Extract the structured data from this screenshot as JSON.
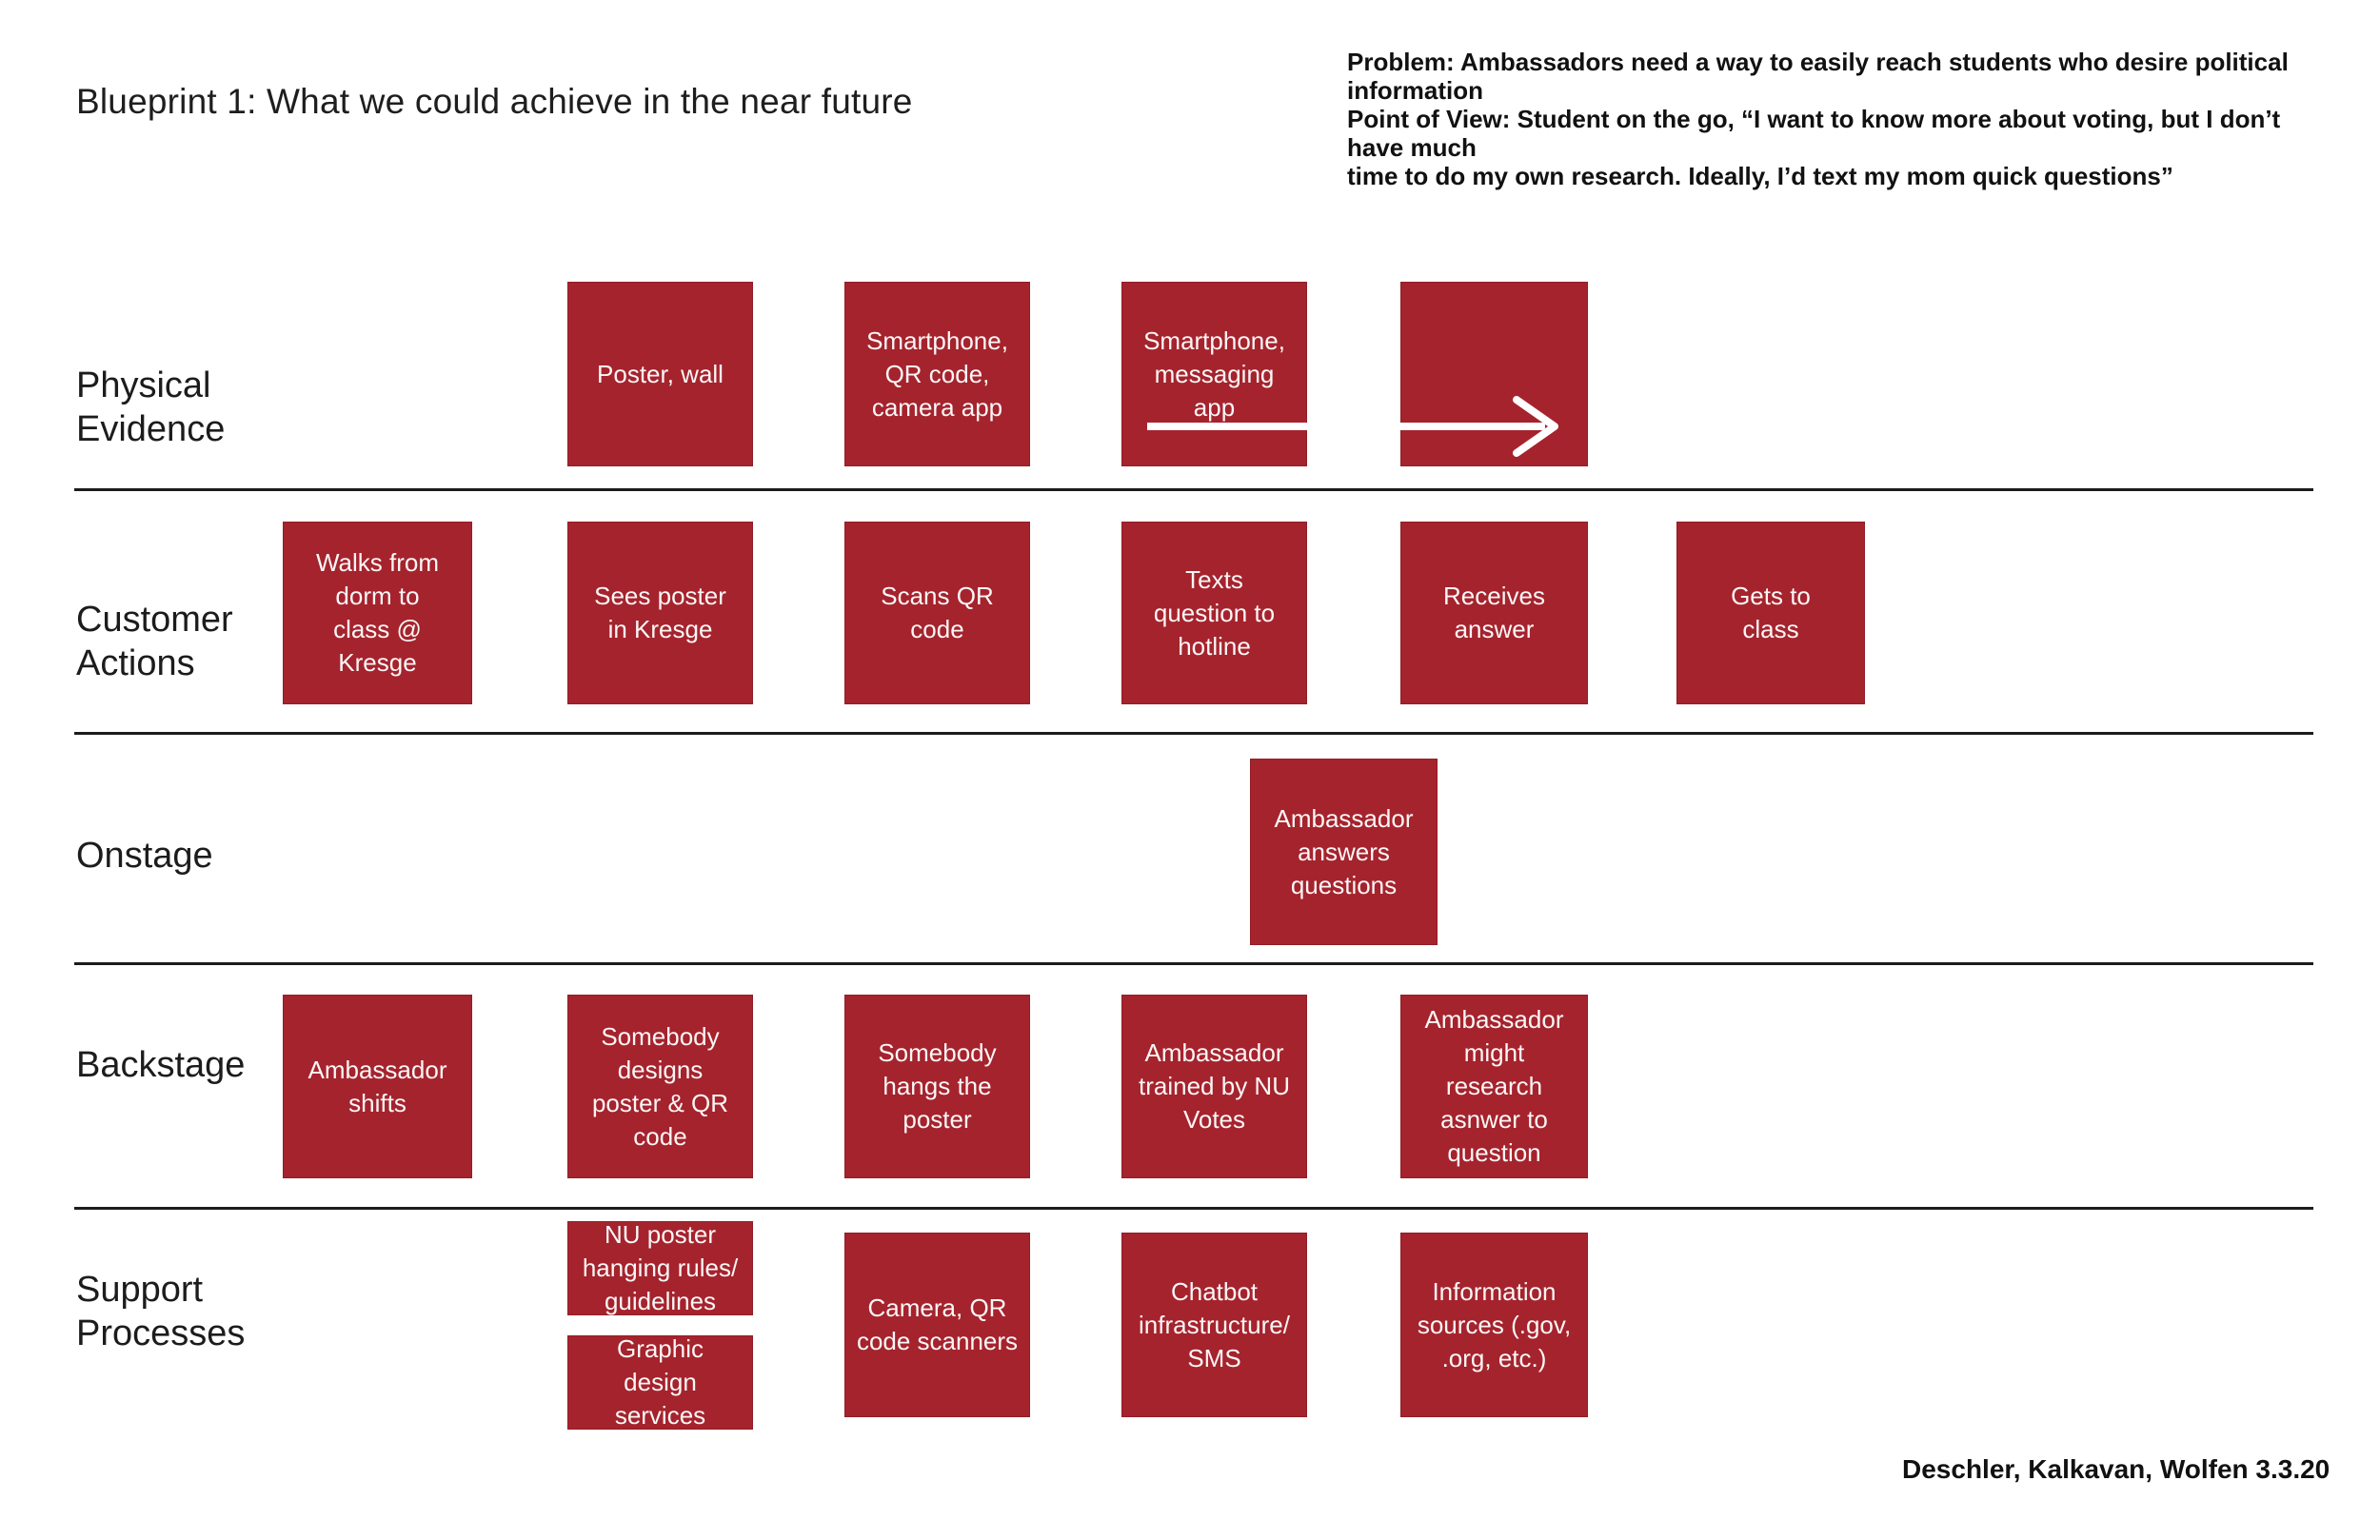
{
  "title": "Blueprint 1: What we could achieve in the near future",
  "problem_statement": "Problem: Ambassadors need a way to easily reach students who desire political information\nPoint of View: Student on the go, “I want to know more about voting, but I don’t have much\ntime to do my own research. Ideally, I’d text my mom quick questions”",
  "credit": "Deschler, Kalkavan, Wolfen 3.3.20",
  "colors": {
    "box_red": "#A5232D",
    "ink": "#1c1c1c",
    "box_text": "#faf6f6"
  },
  "icons": {
    "flow_arrow": "white right-pointing arrow spanning physical evidence row"
  },
  "rows": [
    {
      "label": "Physical\nEvidence",
      "boxes": [
        {
          "text": "Poster, wall"
        },
        {
          "text": "Smartphone,\nQR code,\ncamera app"
        },
        {
          "text": "Smartphone,\nmessaging\napp"
        },
        {
          "text": ""
        }
      ]
    },
    {
      "label": "Customer\nActions",
      "boxes": [
        {
          "text": "Walks from\ndorm to\nclass @\nKresge"
        },
        {
          "text": "Sees poster\nin Kresge"
        },
        {
          "text": "Scans QR\ncode"
        },
        {
          "text": "Texts\nquestion to\nhotline"
        },
        {
          "text": "Receives\nanswer"
        },
        {
          "text": "Gets to\nclass"
        }
      ]
    },
    {
      "label": "Onstage",
      "boxes": [
        {
          "text": "Ambassador\nanswers\nquestions"
        }
      ]
    },
    {
      "label": "Backstage",
      "boxes": [
        {
          "text": "Ambassador\nshifts"
        },
        {
          "text": "Somebody\ndesigns\nposter & QR\ncode"
        },
        {
          "text": "Somebody\nhangs the\nposter"
        },
        {
          "text": "Ambassador\ntrained by NU\nVotes"
        },
        {
          "text": "Ambassador\nmight\nresearch\nasnwer to\nquestion"
        }
      ]
    },
    {
      "label": "Support\nProcesses",
      "boxes": [
        {
          "text": "NU poster\nhanging rules/\nguidelines"
        },
        {
          "text": "Graphic\ndesign\nservices"
        },
        {
          "text": "Camera, QR\ncode scanners"
        },
        {
          "text": "Chatbot\ninfrastructure/\nSMS"
        },
        {
          "text": "Information\nsources (.gov,\n.org, etc.)"
        }
      ]
    }
  ]
}
